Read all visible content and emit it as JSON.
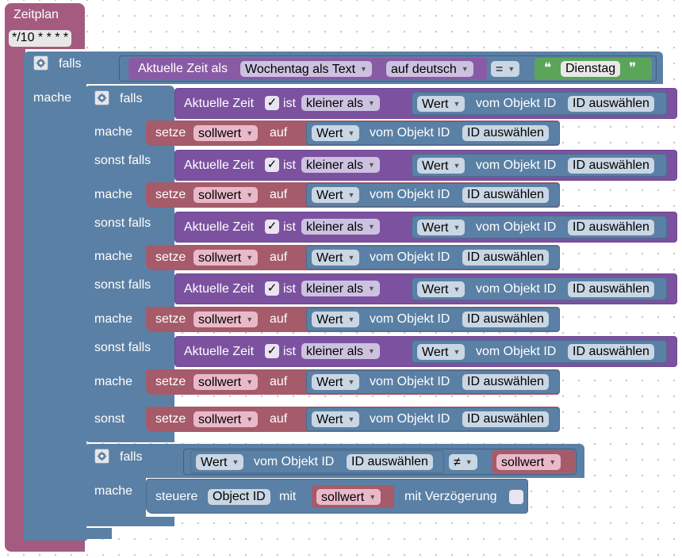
{
  "schedule": {
    "title": "Zeitplan",
    "cron": "*/10 * * * *"
  },
  "labels": {
    "falls": "falls",
    "mache": "mache",
    "sonst_falls": "sonst falls",
    "sonst": "sonst",
    "setze": "setze",
    "auf": "auf",
    "ist": "ist",
    "vom_objekt_id": "vom Objekt ID",
    "aktuelle_zeit": "Aktuelle Zeit",
    "aktuelle_zeit_als": "Aktuelle Zeit als",
    "steuere": "steuere",
    "mit": "mit",
    "mit_verzoegerung": "mit Verzögerung",
    "check": "✓",
    "quote_open": "❝",
    "quote_close": "❞"
  },
  "fields": {
    "wochentag": "Wochentag als Text",
    "sprache": "auf deutsch",
    "equals_op": "=",
    "neq_op": "≠",
    "dienstag": "Dienstag",
    "compare_op": "kleiner als",
    "wert": "Wert",
    "id_auswaehlen": "ID auswählen",
    "sollwert": "sollwert",
    "object_id": "Object ID"
  },
  "icons": {
    "gear": "gear-icon",
    "dropdown": "chevron-down-icon"
  },
  "colors": {
    "event_block": "#a55b80",
    "logic_block": "#5b80a5",
    "time_block": "#8a5ba5",
    "text_block": "#5ba55b",
    "variable_block": "#a55b6a"
  }
}
